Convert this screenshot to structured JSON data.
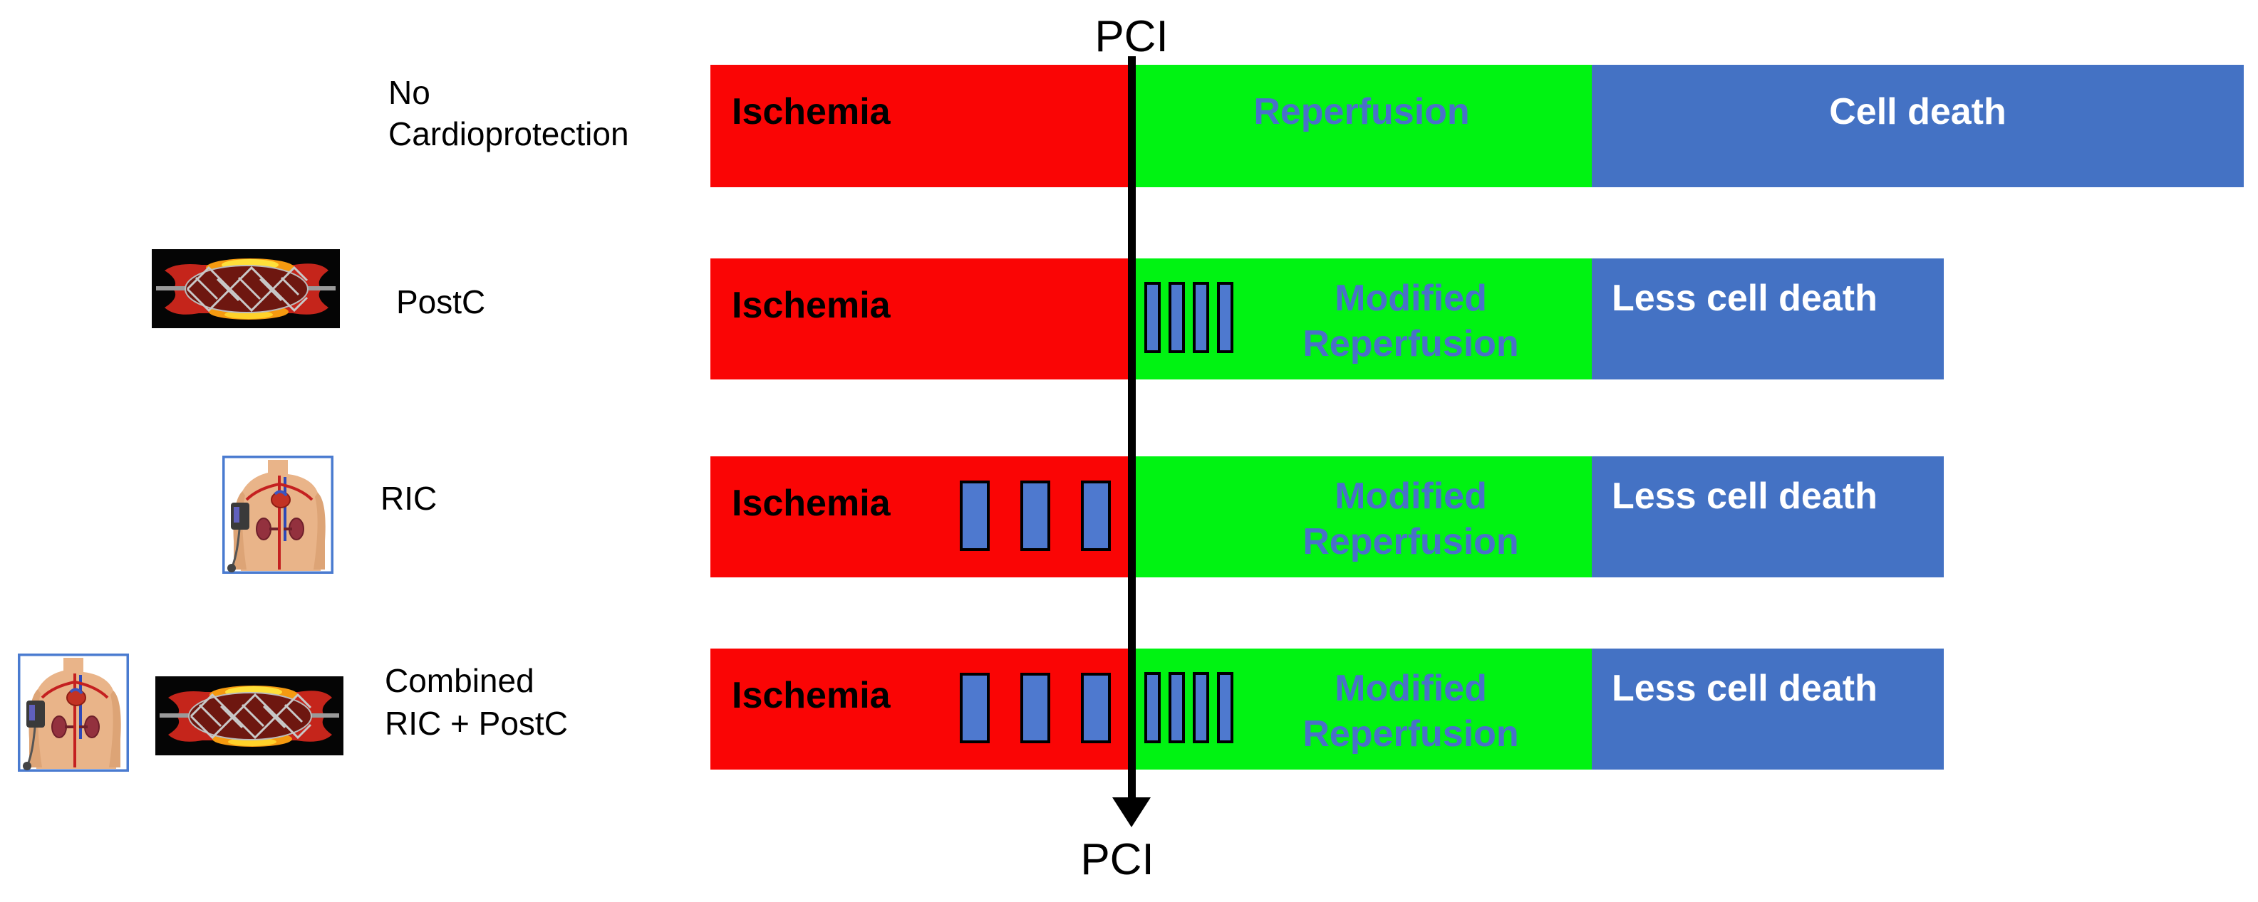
{
  "title": "Cardioprotection strategies timeline diagram",
  "pci": {
    "top_label": "PCI",
    "bottom_label": "PCI"
  },
  "colors": {
    "ischemia_red": "#FA0505",
    "reperfusion_green": "#00F312",
    "cell_death_blue": "#4472C4",
    "cycle_bar_blue": "#4E79CF",
    "reperfusion_text_blue": "#4A70C9",
    "timeline_black": "#000000",
    "outcome_text_white": "#FFFFFF"
  },
  "rows": [
    {
      "name": "No Cardioprotection",
      "label_lines": [
        "No",
        "Cardioprotection"
      ],
      "ischemia": "Ischemia",
      "reperfusion": "Reperfusion",
      "outcome": "Cell death",
      "icons": [],
      "ric_cycles": 0,
      "postc_cycles": 0
    },
    {
      "name": "PostC",
      "label_lines": [
        "PostC"
      ],
      "ischemia": "Ischemia",
      "modified_reperfusion_lines": [
        "Modified",
        "Reperfusion"
      ],
      "outcome": "Less cell death",
      "icons": [
        "stent-balloon"
      ],
      "ric_cycles": 0,
      "postc_cycles": 4
    },
    {
      "name": "RIC",
      "label_lines": [
        "RIC"
      ],
      "ischemia": "Ischemia",
      "modified_reperfusion_lines": [
        "Modified",
        "Reperfusion"
      ],
      "outcome": "Less cell death",
      "icons": [
        "ric-cuff-torso"
      ],
      "ric_cycles": 3,
      "postc_cycles": 0
    },
    {
      "name": "Combined RIC + PostC",
      "label_lines": [
        "Combined",
        "RIC + PostC"
      ],
      "ischemia": "Ischemia",
      "modified_reperfusion_lines": [
        "Modified",
        "Reperfusion"
      ],
      "outcome": "Less cell death",
      "icons": [
        "ric-cuff-torso",
        "stent-balloon"
      ],
      "ric_cycles": 3,
      "postc_cycles": 4
    }
  ]
}
